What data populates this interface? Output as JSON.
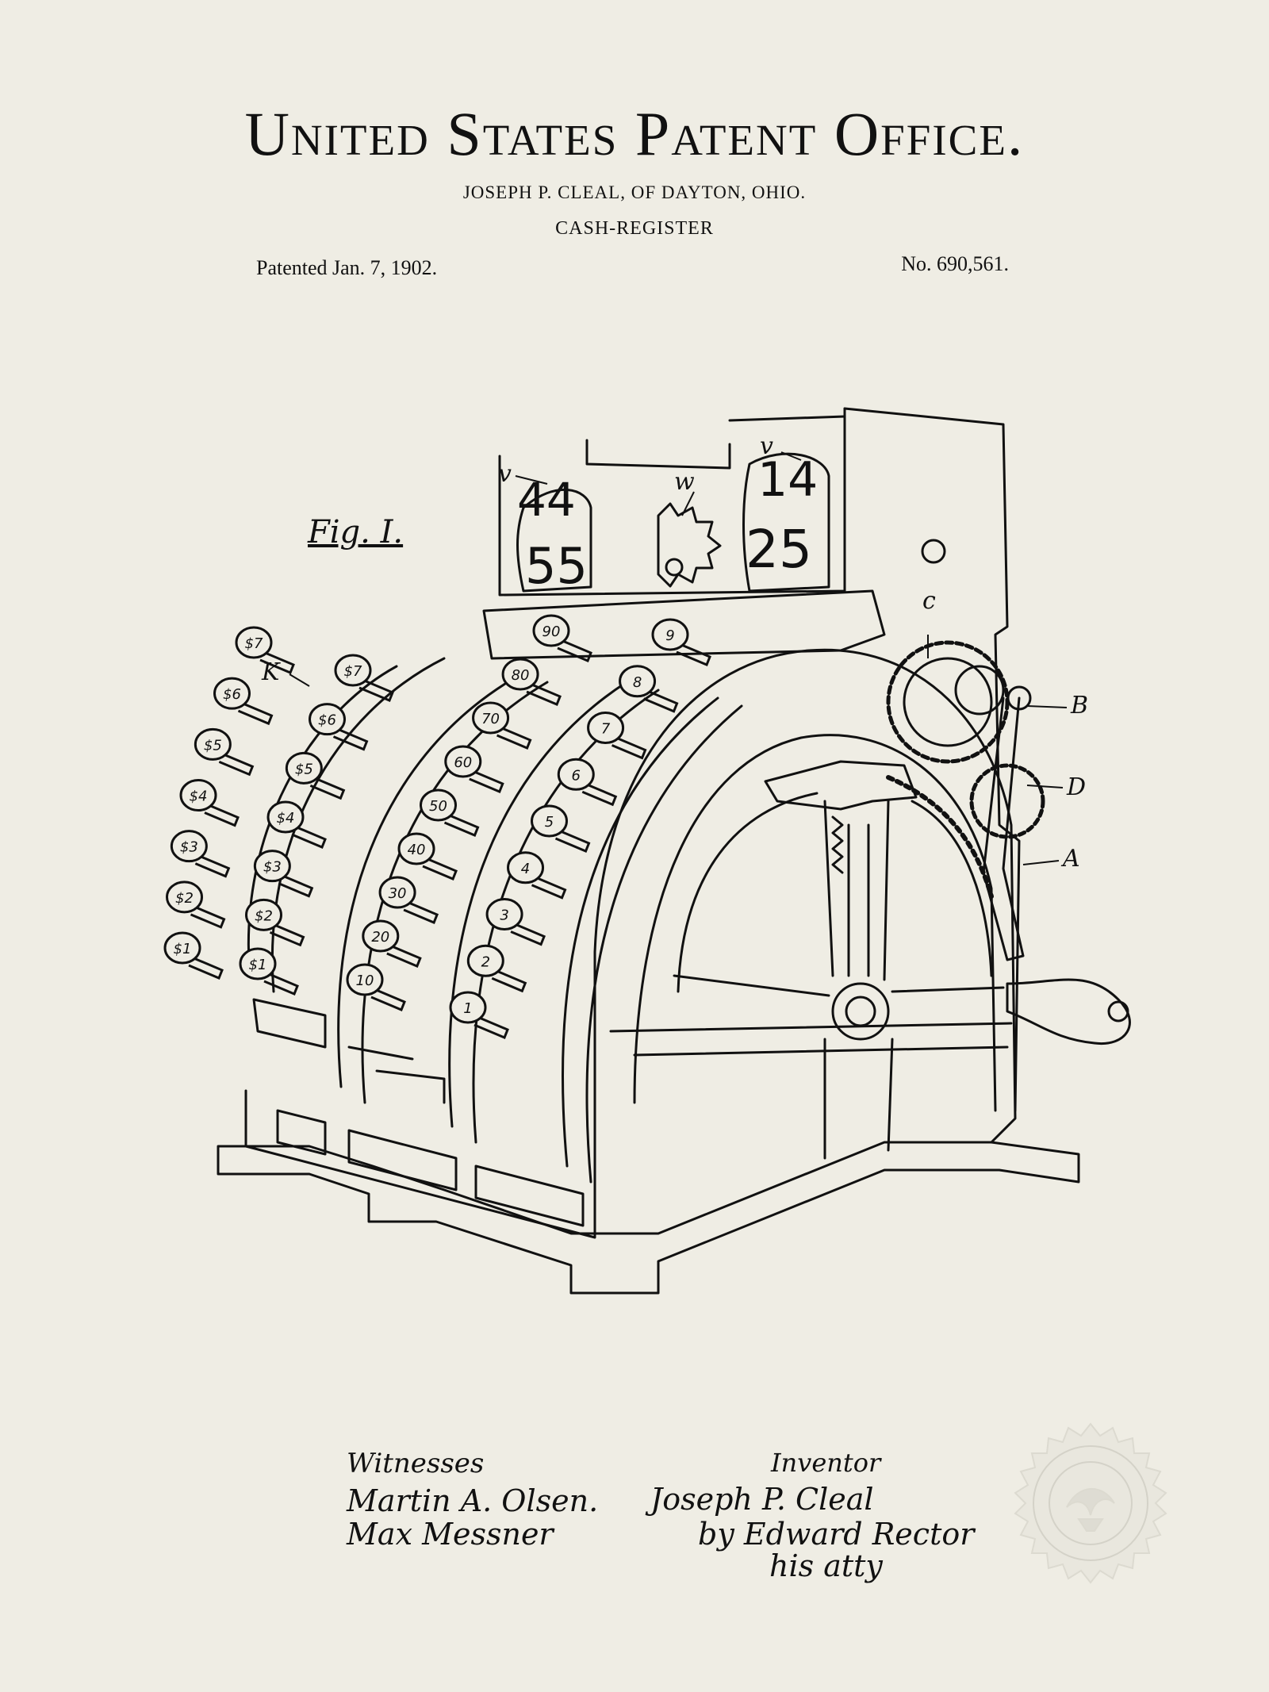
{
  "header": {
    "title": "United States Patent Office.",
    "inventor_line": "JOSEPH P. CLEAL, OF DAYTON, OHIO.",
    "subject": "CASH-REGISTER",
    "patented_date": "Patented Jan. 7, 1902.",
    "patent_number": "No. 690,561."
  },
  "figure": {
    "label": "Fig. I.",
    "part_labels": {
      "v_left": "v",
      "v_right": "v",
      "w": "w",
      "c": "c",
      "b": "B",
      "d": "D",
      "a": "A",
      "k": "K"
    },
    "indicator_left_top": "44",
    "indicator_left_bottom": "55",
    "indicator_right_top": "14",
    "indicator_right_bottom": "25",
    "key_rows": [
      [
        "$1",
        "$2",
        "$3",
        "$4",
        "$5",
        "$6",
        "$7"
      ],
      [
        "$1",
        "$2",
        "$3",
        "$4",
        "$5",
        "$6",
        "$7"
      ],
      [
        "10",
        "20",
        "30",
        "40",
        "50",
        "60",
        "70",
        "80",
        "90"
      ],
      [
        "1",
        "2",
        "3",
        "4",
        "5",
        "6",
        "7",
        "8",
        "9"
      ]
    ]
  },
  "signatures": {
    "witnesses_heading": "Witnesses",
    "witness_1": "Martin A. Olsen.",
    "witness_2": "Max Messner",
    "inventor_heading": "Inventor",
    "inventor_name": "Joseph P. Cleal",
    "attorney_line_1": "by Edward Rector",
    "attorney_line_2": "his atty"
  },
  "colors": {
    "paper": "#efede4",
    "ink": "#111111",
    "seal": "#e7e5dc"
  }
}
